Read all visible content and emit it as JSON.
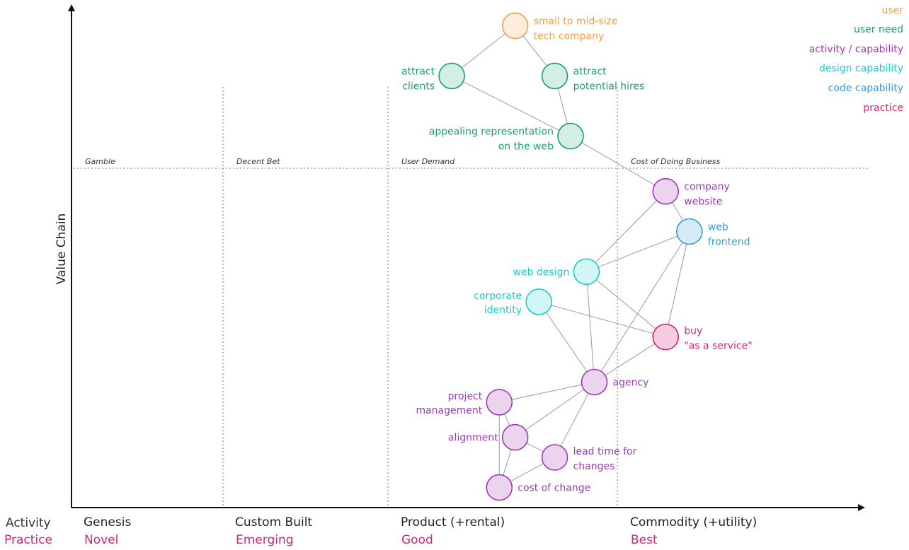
{
  "colors": {
    "user": "#f0a048",
    "user_need": "#1a9e72",
    "activity": "#9c3bb8",
    "design_capability": "#1fc8cc",
    "code_capability": "#3a9ad8",
    "practice": "#d0286e"
  },
  "axes": {
    "y_label": "Value Chain",
    "activity_label": "Activity",
    "practice_label": "Practice",
    "stages": [
      "Genesis",
      "Custom Built",
      "Product (+rental)",
      "Commodity (+utility)"
    ],
    "practices": [
      "Novel",
      "Emerging",
      "Good",
      "Best"
    ],
    "zones": [
      "Gamble",
      "Decent Bet",
      "User Demand",
      "Cost of Doing Business"
    ]
  },
  "legend": [
    {
      "label": "user",
      "type": "user"
    },
    {
      "label": "user need",
      "type": "user_need"
    },
    {
      "label": "activity / capability",
      "type": "activity"
    },
    {
      "label": "design capability",
      "type": "design_capability"
    },
    {
      "label": "code capability",
      "type": "code_capability"
    },
    {
      "label": "practice",
      "type": "practice"
    }
  ],
  "nodes": [
    {
      "id": "user",
      "type": "user",
      "label": [
        "small to mid-size",
        "tech company"
      ],
      "evolution": 0.56,
      "visibility": 0.96
    },
    {
      "id": "clients",
      "type": "user_need",
      "label": [
        "attract",
        "clients"
      ],
      "evolution": 0.48,
      "visibility": 0.86
    },
    {
      "id": "hires",
      "type": "user_need",
      "label": [
        "attract",
        "potential hires"
      ],
      "evolution": 0.61,
      "visibility": 0.86
    },
    {
      "id": "web_rep",
      "type": "user_need",
      "label": [
        "appealing representation",
        "on the web"
      ],
      "evolution": 0.63,
      "visibility": 0.74
    },
    {
      "id": "website",
      "type": "activity",
      "label": [
        "company",
        "website"
      ],
      "evolution": 0.75,
      "visibility": 0.63
    },
    {
      "id": "frontend",
      "type": "code_capability",
      "label": [
        "web",
        "frontend"
      ],
      "evolution": 0.78,
      "visibility": 0.55
    },
    {
      "id": "web_design",
      "type": "design_capability",
      "label": [
        "web design"
      ],
      "evolution": 0.65,
      "visibility": 0.47
    },
    {
      "id": "corp_id",
      "type": "design_capability",
      "label": [
        "corporate",
        "identity"
      ],
      "evolution": 0.59,
      "visibility": 0.41
    },
    {
      "id": "saas",
      "type": "practice",
      "label": [
        "buy",
        "\"as a service\""
      ],
      "evolution": 0.75,
      "visibility": 0.34
    },
    {
      "id": "agency",
      "type": "activity",
      "label": [
        "agency"
      ],
      "evolution": 0.66,
      "visibility": 0.25
    },
    {
      "id": "pm",
      "type": "activity",
      "label": [
        "project",
        "management"
      ],
      "evolution": 0.54,
      "visibility": 0.21
    },
    {
      "id": "alignment",
      "type": "activity",
      "label": [
        "alignment"
      ],
      "evolution": 0.56,
      "visibility": 0.14
    },
    {
      "id": "lead_time",
      "type": "activity",
      "label": [
        "lead time for",
        "changes"
      ],
      "evolution": 0.61,
      "visibility": 0.1
    },
    {
      "id": "cost_change",
      "type": "activity",
      "label": [
        "cost of change"
      ],
      "evolution": 0.54,
      "visibility": 0.04
    }
  ],
  "edges": [
    [
      "user",
      "clients"
    ],
    [
      "user",
      "hires"
    ],
    [
      "clients",
      "web_rep"
    ],
    [
      "hires",
      "web_rep"
    ],
    [
      "web_rep",
      "website"
    ],
    [
      "website",
      "frontend"
    ],
    [
      "website",
      "web_design"
    ],
    [
      "frontend",
      "web_design"
    ],
    [
      "frontend",
      "saas"
    ],
    [
      "frontend",
      "agency"
    ],
    [
      "web_design",
      "saas"
    ],
    [
      "web_design",
      "agency"
    ],
    [
      "corp_id",
      "saas"
    ],
    [
      "corp_id",
      "agency"
    ],
    [
      "saas",
      "agency"
    ],
    [
      "agency",
      "pm"
    ],
    [
      "agency",
      "alignment"
    ],
    [
      "agency",
      "lead_time"
    ],
    [
      "pm",
      "alignment"
    ],
    [
      "pm",
      "cost_change"
    ],
    [
      "alignment",
      "lead_time"
    ],
    [
      "alignment",
      "cost_change"
    ],
    [
      "lead_time",
      "cost_change"
    ]
  ]
}
